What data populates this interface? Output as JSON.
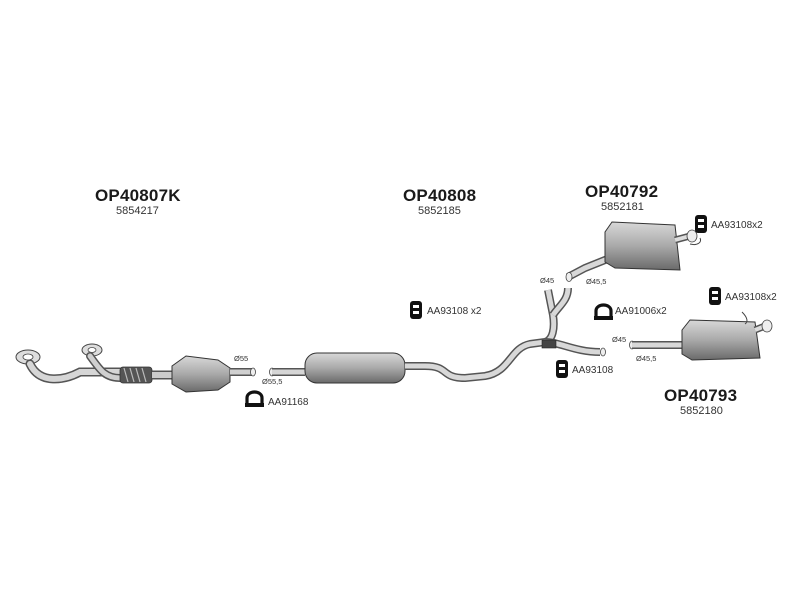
{
  "parts": [
    {
      "code": "OP40807K",
      "number": "5854217"
    },
    {
      "code": "OP40808",
      "number": "5852185"
    },
    {
      "code": "OP40792",
      "number": "5852181"
    },
    {
      "code": "OP40793",
      "number": "5852180"
    }
  ],
  "clamps": {
    "aa91168": "AA91168",
    "aa93108x2_mid": "AA93108 x2",
    "aa93108": "AA93108",
    "aa91006x2": "AA91006x2",
    "aa93108x2_top": "AA93108x2",
    "aa93108x2_right": "AA93108x2"
  },
  "diameters": {
    "d55": "Ø55",
    "d55_5": "Ø55,5",
    "d45_upper": "Ø45",
    "d45_5_upper": "Ø45,5",
    "d45_lower": "Ø45",
    "d45_5_lower": "Ø45,5"
  }
}
